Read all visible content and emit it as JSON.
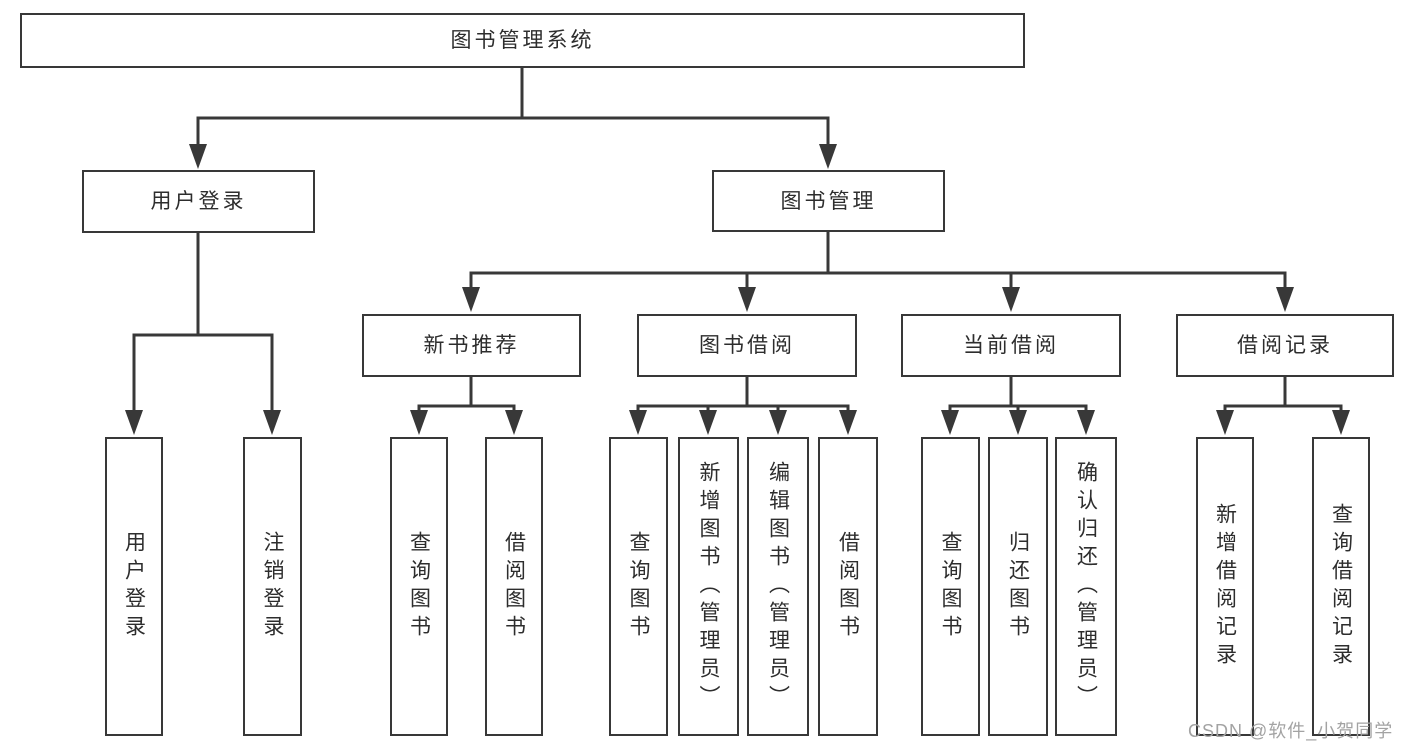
{
  "diagram": {
    "type": "hierarchy-org-chart",
    "title": "图书管理系统"
  },
  "nodes": {
    "root": {
      "label": "图书管理系统"
    },
    "user_login": {
      "label": "用户登录"
    },
    "book_mgmt": {
      "label": "图书管理"
    },
    "user_login_leaf": {
      "label": "用户登录"
    },
    "logout_leaf": {
      "label": "注销登录"
    },
    "new_book_rec": {
      "label": "新书推荐"
    },
    "book_borrow": {
      "label": "图书借阅"
    },
    "current_borrow": {
      "label": "当前借阅"
    },
    "borrow_records": {
      "label": "借阅记录"
    },
    "nbr_query": {
      "label": "查询图书"
    },
    "nbr_borrow": {
      "label": "借阅图书"
    },
    "bb_query": {
      "label": "查询图书"
    },
    "bb_add": {
      "label": "新增图书（管理员）"
    },
    "bb_edit": {
      "label": "编辑图书（管理员）"
    },
    "bb_borrow": {
      "label": "借阅图书"
    },
    "cb_query": {
      "label": "查询图书"
    },
    "cb_return": {
      "label": "归还图书"
    },
    "cb_confirm": {
      "label": "确认归还（管理员）"
    },
    "br_add": {
      "label": "新增借阅记录"
    },
    "br_query": {
      "label": "查询借阅记录"
    }
  },
  "hierarchy": {
    "图书管理系统": {
      "用户登录": [
        "用户登录",
        "注销登录"
      ],
      "图书管理": {
        "新书推荐": [
          "查询图书",
          "借阅图书"
        ],
        "图书借阅": [
          "查询图书",
          "新增图书（管理员）",
          "编辑图书（管理员）",
          "借阅图书"
        ],
        "当前借阅": [
          "查询图书",
          "归还图书",
          "确认归还（管理员）"
        ],
        "借阅记录": [
          "新增借阅记录",
          "查询借阅记录"
        ]
      }
    }
  },
  "colors": {
    "line": "#383838",
    "box_border": "#383838",
    "box_fill": "#ffffff",
    "text": "#2d2d2d",
    "watermark": "#a3a3a3"
  },
  "watermark": {
    "text": "CSDN @软件_小贺同学"
  }
}
